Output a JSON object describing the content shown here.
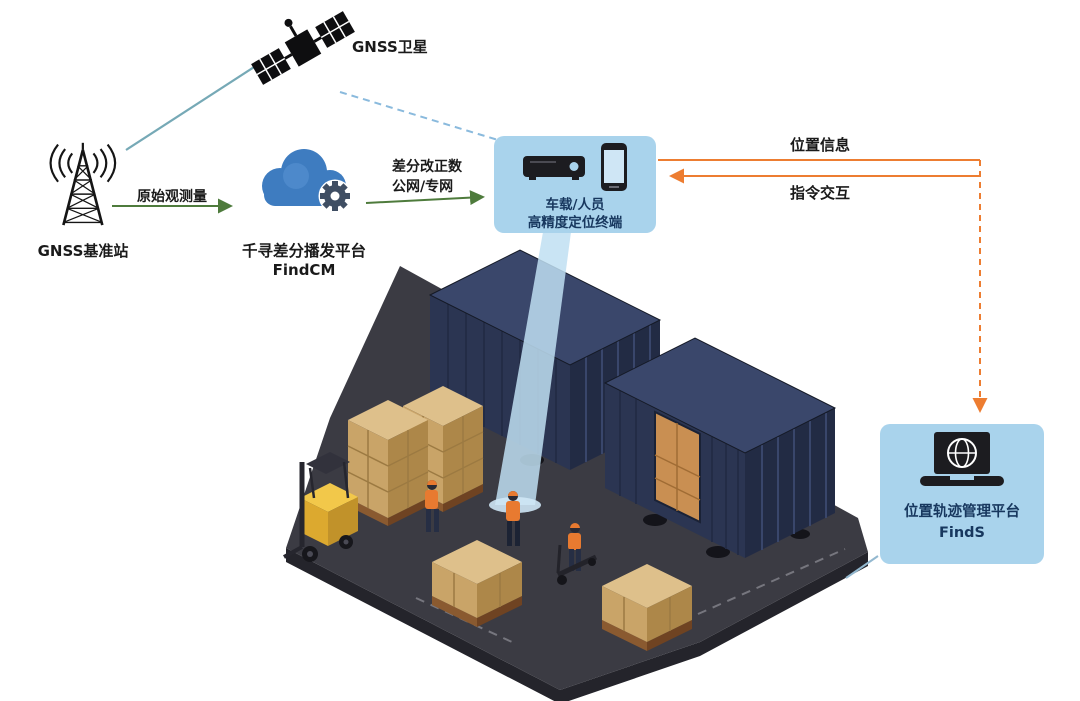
{
  "colors": {
    "bubble_bg": "#a9d3ec",
    "bubble_text": "#17375e",
    "green_arrow": "#4e7b3c",
    "orange_arrow": "#ed7d31",
    "satellite_link_solid": "#76a9b6",
    "satellite_link_dashed": "#8abadd",
    "cloud_blue": "#3e7cc0",
    "label_text": "#1a1a1a"
  },
  "nodes": {
    "satellite": {
      "label": "GNSS卫星"
    },
    "base_station": {
      "label": "GNSS基准站"
    },
    "cloud_platform": {
      "name": "千寻差分播发平台",
      "product": "FindCM"
    },
    "terminal": {
      "line1": "车载/人员",
      "line2": "高精度定位终端"
    },
    "management_platform": {
      "name": "位置轨迹管理平台",
      "product": "FindS"
    }
  },
  "edges": {
    "raw_observation": {
      "label": "原始观测量"
    },
    "correction": {
      "line1": "差分改正数",
      "line2": "公网/专网"
    },
    "position_info": {
      "label": "位置信息"
    },
    "command_interaction": {
      "label": "指令交互"
    }
  },
  "icons": {
    "satellite": "gnss-satellite-icon",
    "base_station": "radio-tower-icon",
    "cloud_platform": "cloud-gear-icon",
    "terminal_receiver": "receiver-box-icon",
    "terminal_phone": "smartphone-icon",
    "management_platform": "laptop-globe-icon"
  }
}
